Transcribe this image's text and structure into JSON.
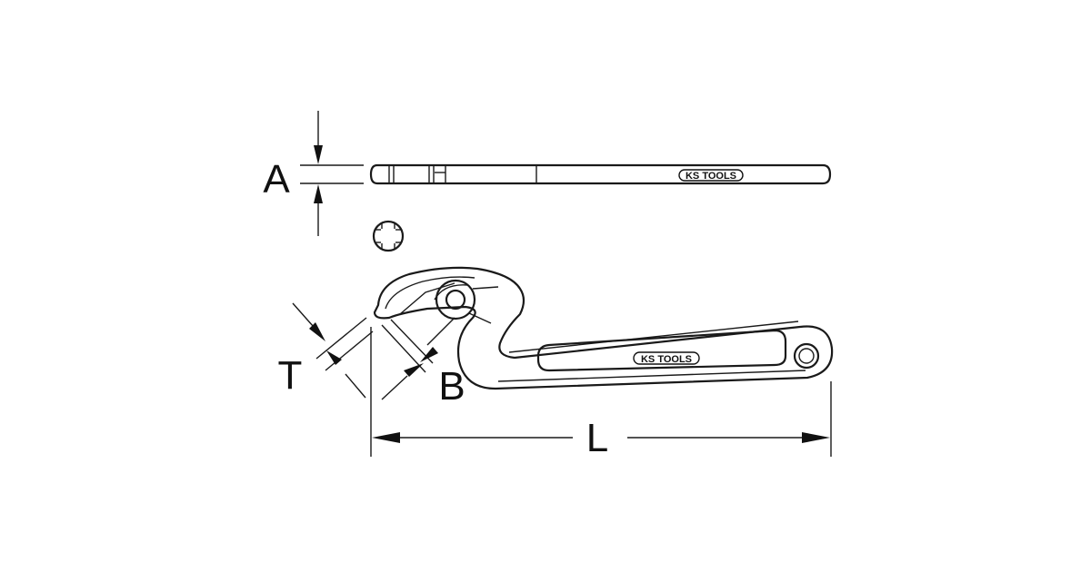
{
  "diagram": {
    "dimension_labels": {
      "a": "A",
      "t": "T",
      "b": "B",
      "l": "L"
    },
    "brand_logo": "KS TOOLS"
  }
}
